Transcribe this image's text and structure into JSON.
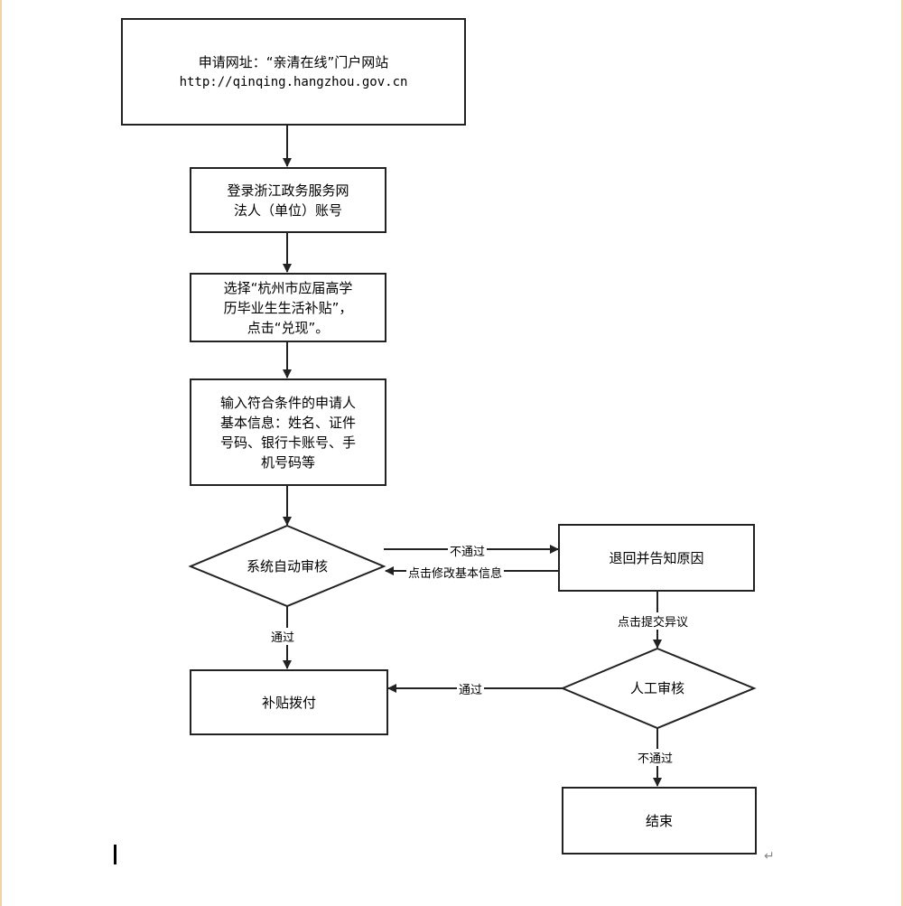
{
  "flowchart": {
    "nodes": {
      "apply_site": {
        "line1": "申请网址：“亲清在线”门户网站",
        "line2": "http://qinqing.hangzhou.gov.cn"
      },
      "login": {
        "line1": "登录浙江政务服务网",
        "line2": "法人（单位）账号"
      },
      "select": {
        "line1": "选择“杭州市应届高学",
        "line2": "历毕业生生活补贴”，",
        "line3": "点击“兑现”。"
      },
      "input_info": {
        "line1": "输入符合条件的申请人",
        "line2": "基本信息：姓名、证件",
        "line3": "号码、银行卡账号、手",
        "line4": "机号码等"
      },
      "auto_review": "系统自动审核",
      "return_reason": "退回并告知原因",
      "subsidy_paid": "补贴拨付",
      "manual_review": "人工审核",
      "end": "结束"
    },
    "edges": {
      "auto_fail": "不通过",
      "modify_info": "点击修改基本信息",
      "auto_pass": "通过",
      "submit_objection": "点击提交异议",
      "manual_pass": "通过",
      "manual_fail": "不通过"
    }
  },
  "colors": {
    "page_border": "#f0d2a8",
    "stroke": "#222222"
  }
}
